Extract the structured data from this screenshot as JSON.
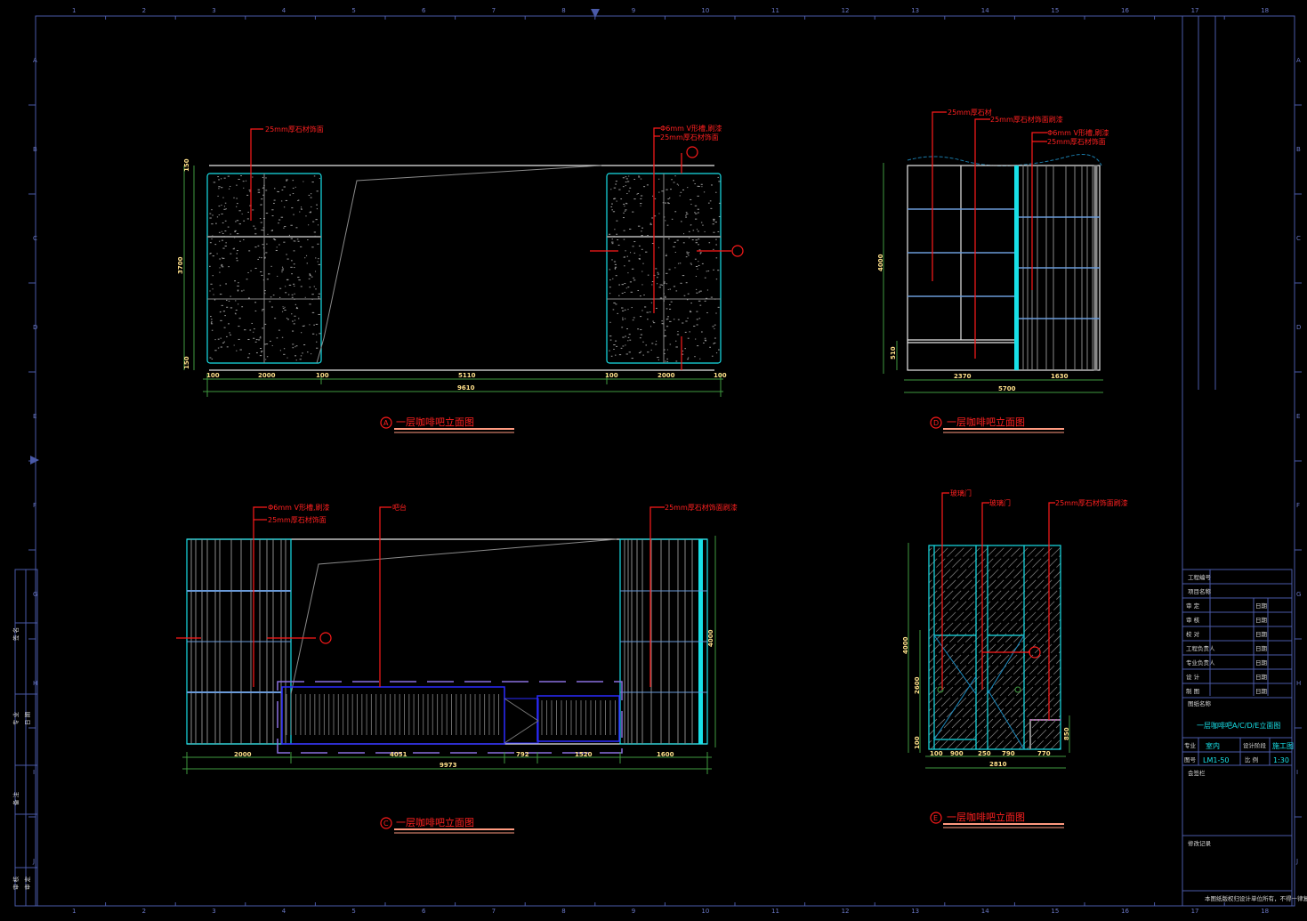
{
  "frame": {
    "columns": [
      "1",
      "2",
      "3",
      "4",
      "5",
      "6",
      "7",
      "8",
      "9",
      "10",
      "11",
      "12",
      "13",
      "14",
      "15",
      "16",
      "17",
      "18"
    ],
    "rows": [
      "A",
      "B",
      "C",
      "D",
      "E",
      "F",
      "G",
      "H",
      "I",
      "J"
    ]
  },
  "elevation_a": {
    "marker": "A",
    "title": "一层咖啡吧立面图",
    "labels": [
      "25mm厚石材饰面",
      "Φ6mm V形槽,刷漆",
      "25mm厚石材饰面"
    ],
    "dims_top": [
      "100",
      "2000",
      "100",
      "5110",
      "100",
      "2000",
      "100"
    ],
    "dim_total": "9610",
    "dims_side": [
      "150",
      "3700",
      "150"
    ]
  },
  "elevation_b": {
    "marker": "D",
    "title": "一层咖啡吧立面图",
    "labels": [
      "25mm厚石材",
      "25mm厚石材饰面刷漆",
      "Φ6mm V形槽,刷漆",
      "25mm厚石材饰面"
    ],
    "dims_bottom": [
      "2370",
      "1630"
    ],
    "dim_total": "5700",
    "dims_side": [
      "4000",
      "510"
    ]
  },
  "elevation_c": {
    "marker": "C",
    "title": "一层咖啡吧立面图",
    "labels": [
      "Φ6mm V形槽,刷漆",
      "25mm厚石材饰面",
      "吧台",
      "25mm厚石材饰面刷漆"
    ],
    "dims_bottom": [
      "2000",
      "4051",
      "792",
      "1520",
      "1600"
    ],
    "dim_total": "9973",
    "dims_side": [
      "4000"
    ]
  },
  "elevation_d": {
    "marker": "E",
    "title": "一层咖啡吧立面图",
    "labels": [
      "玻璃门",
      "玻璃门",
      "25mm厚石材饰面刷漆"
    ],
    "dims_bottom": [
      "100",
      "900",
      "250",
      "790",
      "770"
    ],
    "dim_total": "2810",
    "dims_side": [
      "4000",
      "2600",
      "100",
      "850"
    ]
  },
  "title_block": {
    "project_no_label": "工程编号",
    "project_name_label": "项目名称",
    "rows": [
      {
        "label": "审  定",
        "date": "日期"
      },
      {
        "label": "审  核",
        "date": "日期"
      },
      {
        "label": "校  对",
        "date": "日期"
      },
      {
        "label": "工程负责人",
        "date": "日期"
      },
      {
        "label": "专业负责人",
        "date": "日期"
      },
      {
        "label": "设  计",
        "date": "日期"
      },
      {
        "label": "制  图",
        "date": "日期"
      }
    ],
    "drawing_name_label": "图纸名称",
    "drawing_name": "一层咖啡吧A/C/D/E立面图",
    "discipline_label": "专业",
    "discipline": "室内",
    "stage_label": "设计阶段",
    "stage": "施工图",
    "drawing_no_label": "图号",
    "drawing_no": "LM1-50",
    "scale_label": "比  例",
    "scale": "1:30",
    "sign_label": "会签栏",
    "revision_label": "修改记录",
    "footer": "本图纸版权归设计单位所有，不得一律复制"
  },
  "left_strip": [
    "签 名",
    "专 业",
    "日 期",
    "备 注",
    "审 核",
    "审 定"
  ]
}
